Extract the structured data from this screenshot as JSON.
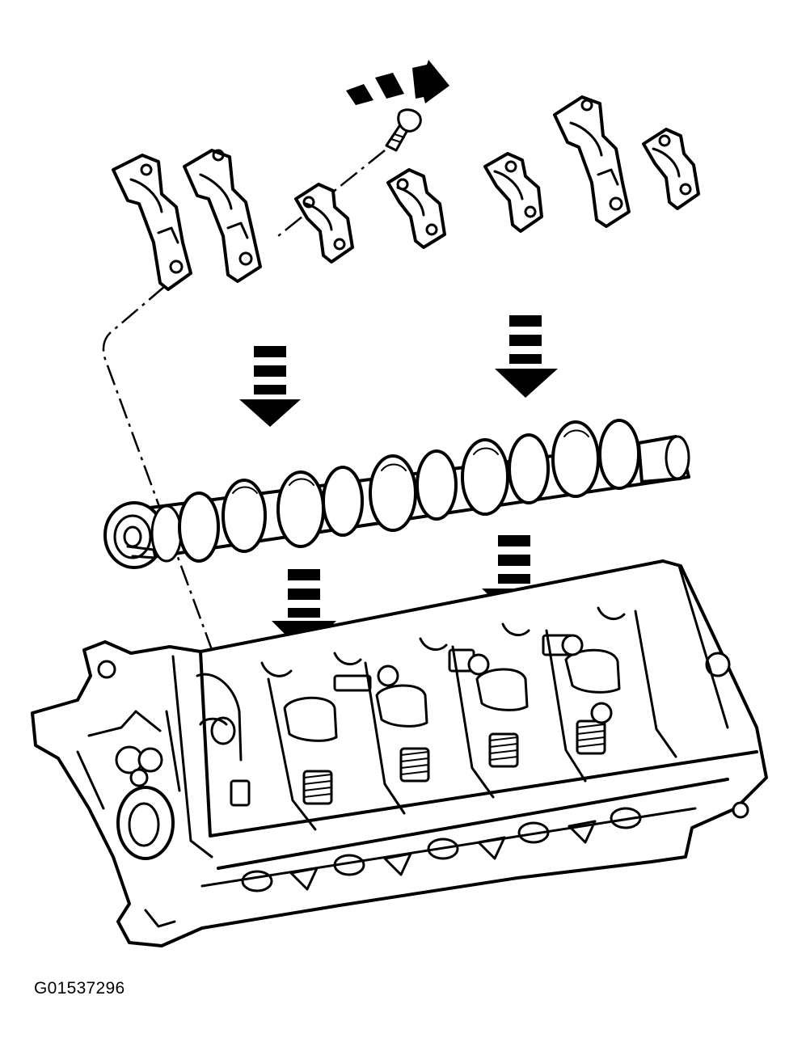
{
  "figure": {
    "id_label": "G01537296"
  },
  "diagram": {
    "parts": [
      "camshaft-bearing-cap",
      "cap-bolt",
      "camshaft",
      "cylinder-head"
    ],
    "colors": {
      "line": "#000000",
      "background": "#ffffff"
    }
  }
}
